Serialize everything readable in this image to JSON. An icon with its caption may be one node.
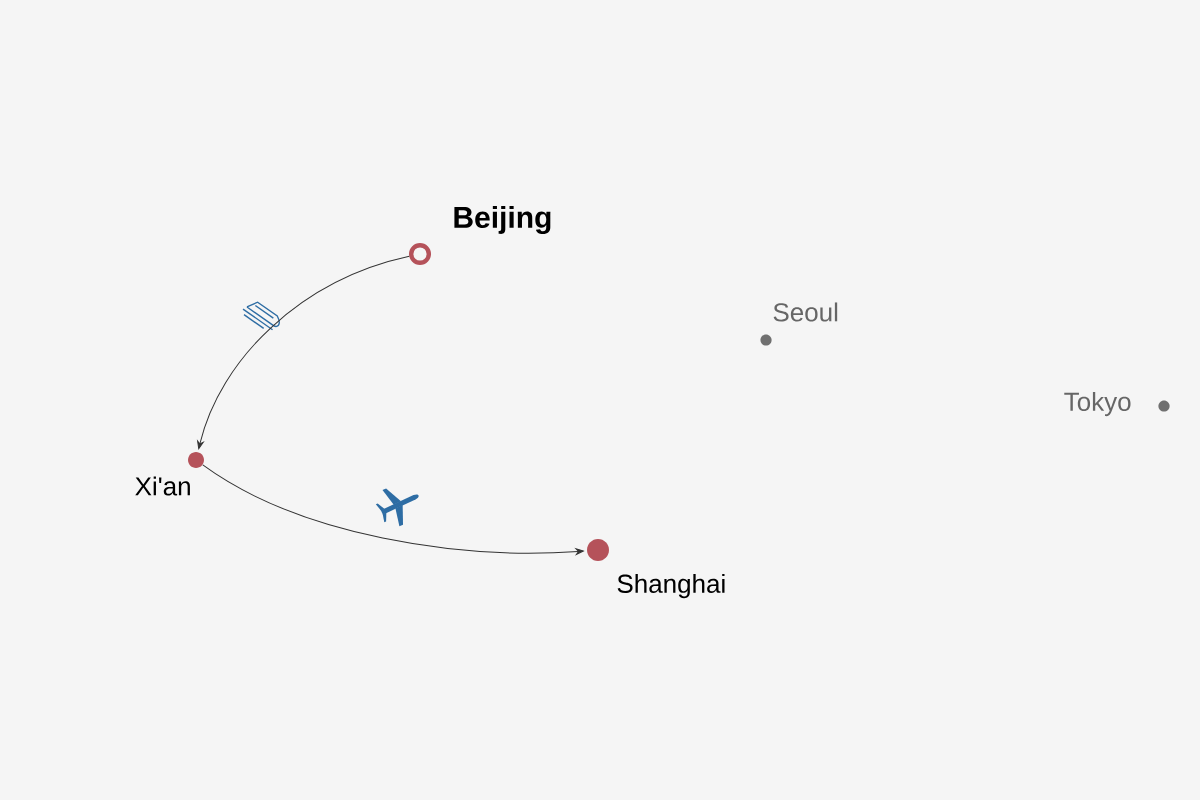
{
  "diagram": {
    "nodes": [
      {
        "text": [],
        "shape": "circle",
        "beside": [
          "Beijing"
        ]
      },
      {
        "text": [],
        "shape": "circle",
        "beside": [
          "Xi'an"
        ]
      },
      {
        "text": [],
        "shape": "circle",
        "beside": [
          "Shanghai"
        ]
      },
      {
        "text": [],
        "shape": "circle",
        "beside": [
          "Seoul"
        ]
      },
      {
        "text": [],
        "shape": "circle",
        "beside": [
          "Tokyo"
        ]
      }
    ],
    "edges": [
      {
        "from": 0,
        "to": 1,
        "arrow": "to"
      },
      {
        "from": 1,
        "to": 2,
        "arrow": "to"
      }
    ]
  }
}
